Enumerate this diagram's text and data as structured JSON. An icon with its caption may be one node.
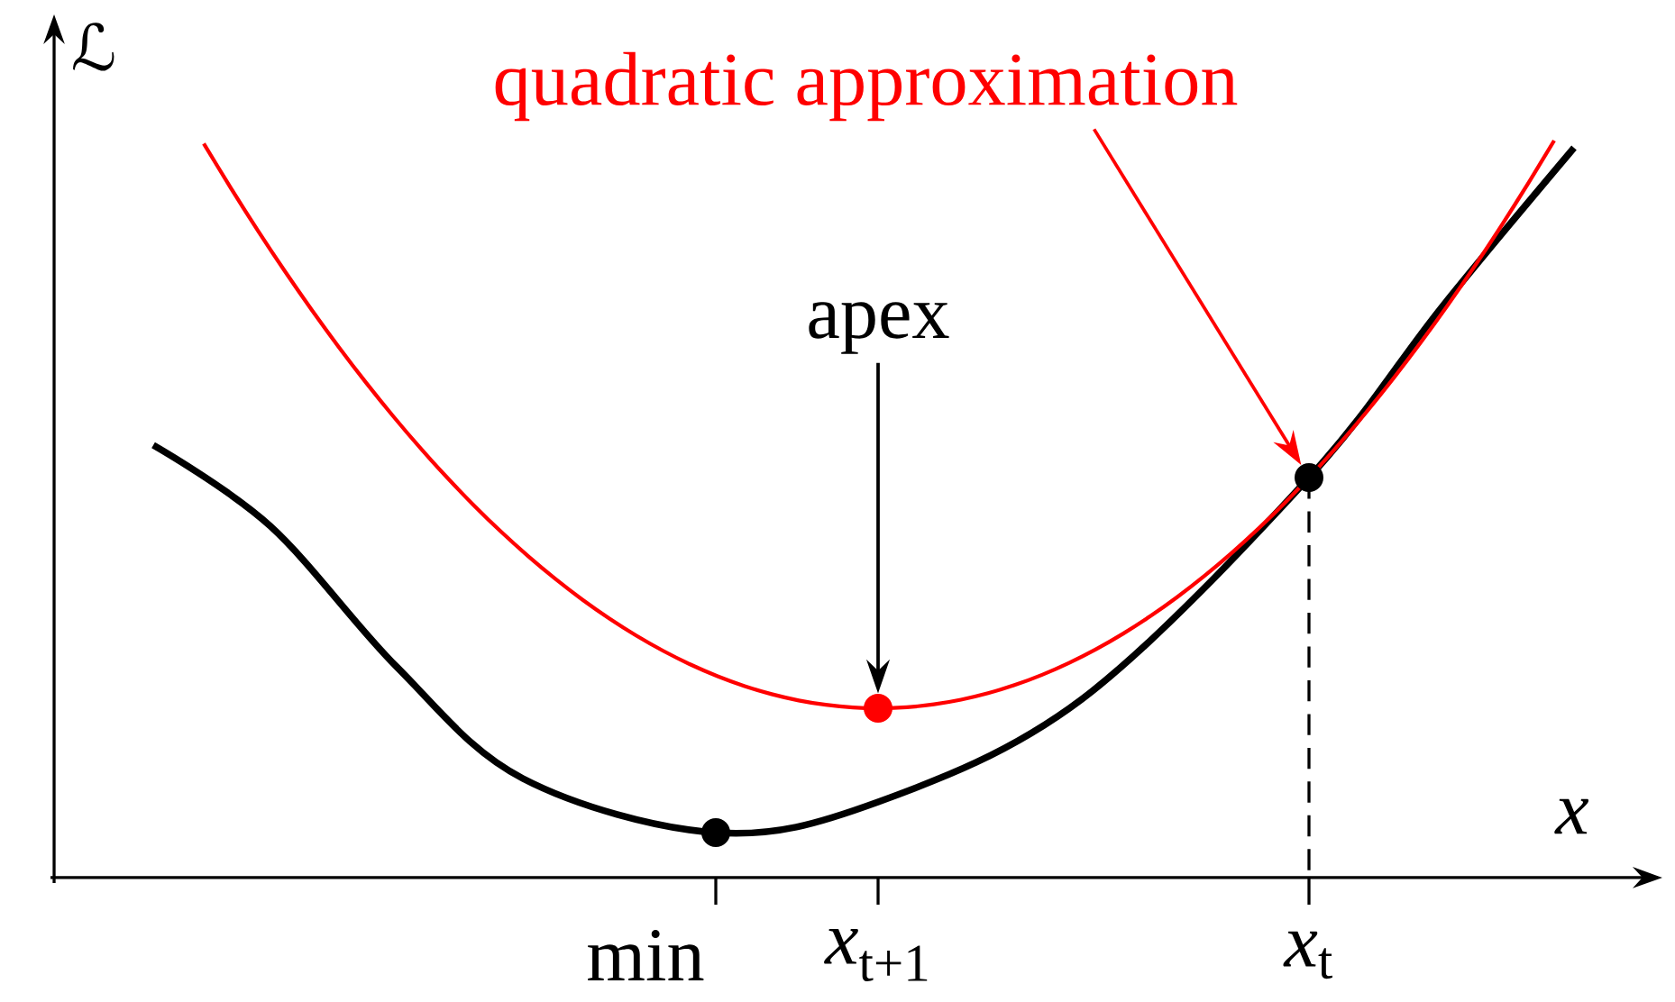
{
  "diagram": {
    "nodes": [
      {
        "text": [
          "quadratic approximation"
        ]
      },
      {
        "text": [
          "apex"
        ]
      },
      {
        "text": [],
        "shape": "circle"
      },
      {
        "text": [],
        "shape": "circle"
      },
      {
        "text": [],
        "shape": "circle"
      }
    ],
    "edges": [
      {
        "from": 1,
        "to": 3,
        "arrow": "to"
      },
      {
        "from": 0,
        "to": 4,
        "arrow": "to",
        "color": "#ff0000"
      }
    ],
    "labels": [
      "ℒ",
      "*x*",
      "min",
      "*x*$_{t+1}$",
      "*x*$_{t}$"
    ]
  }
}
